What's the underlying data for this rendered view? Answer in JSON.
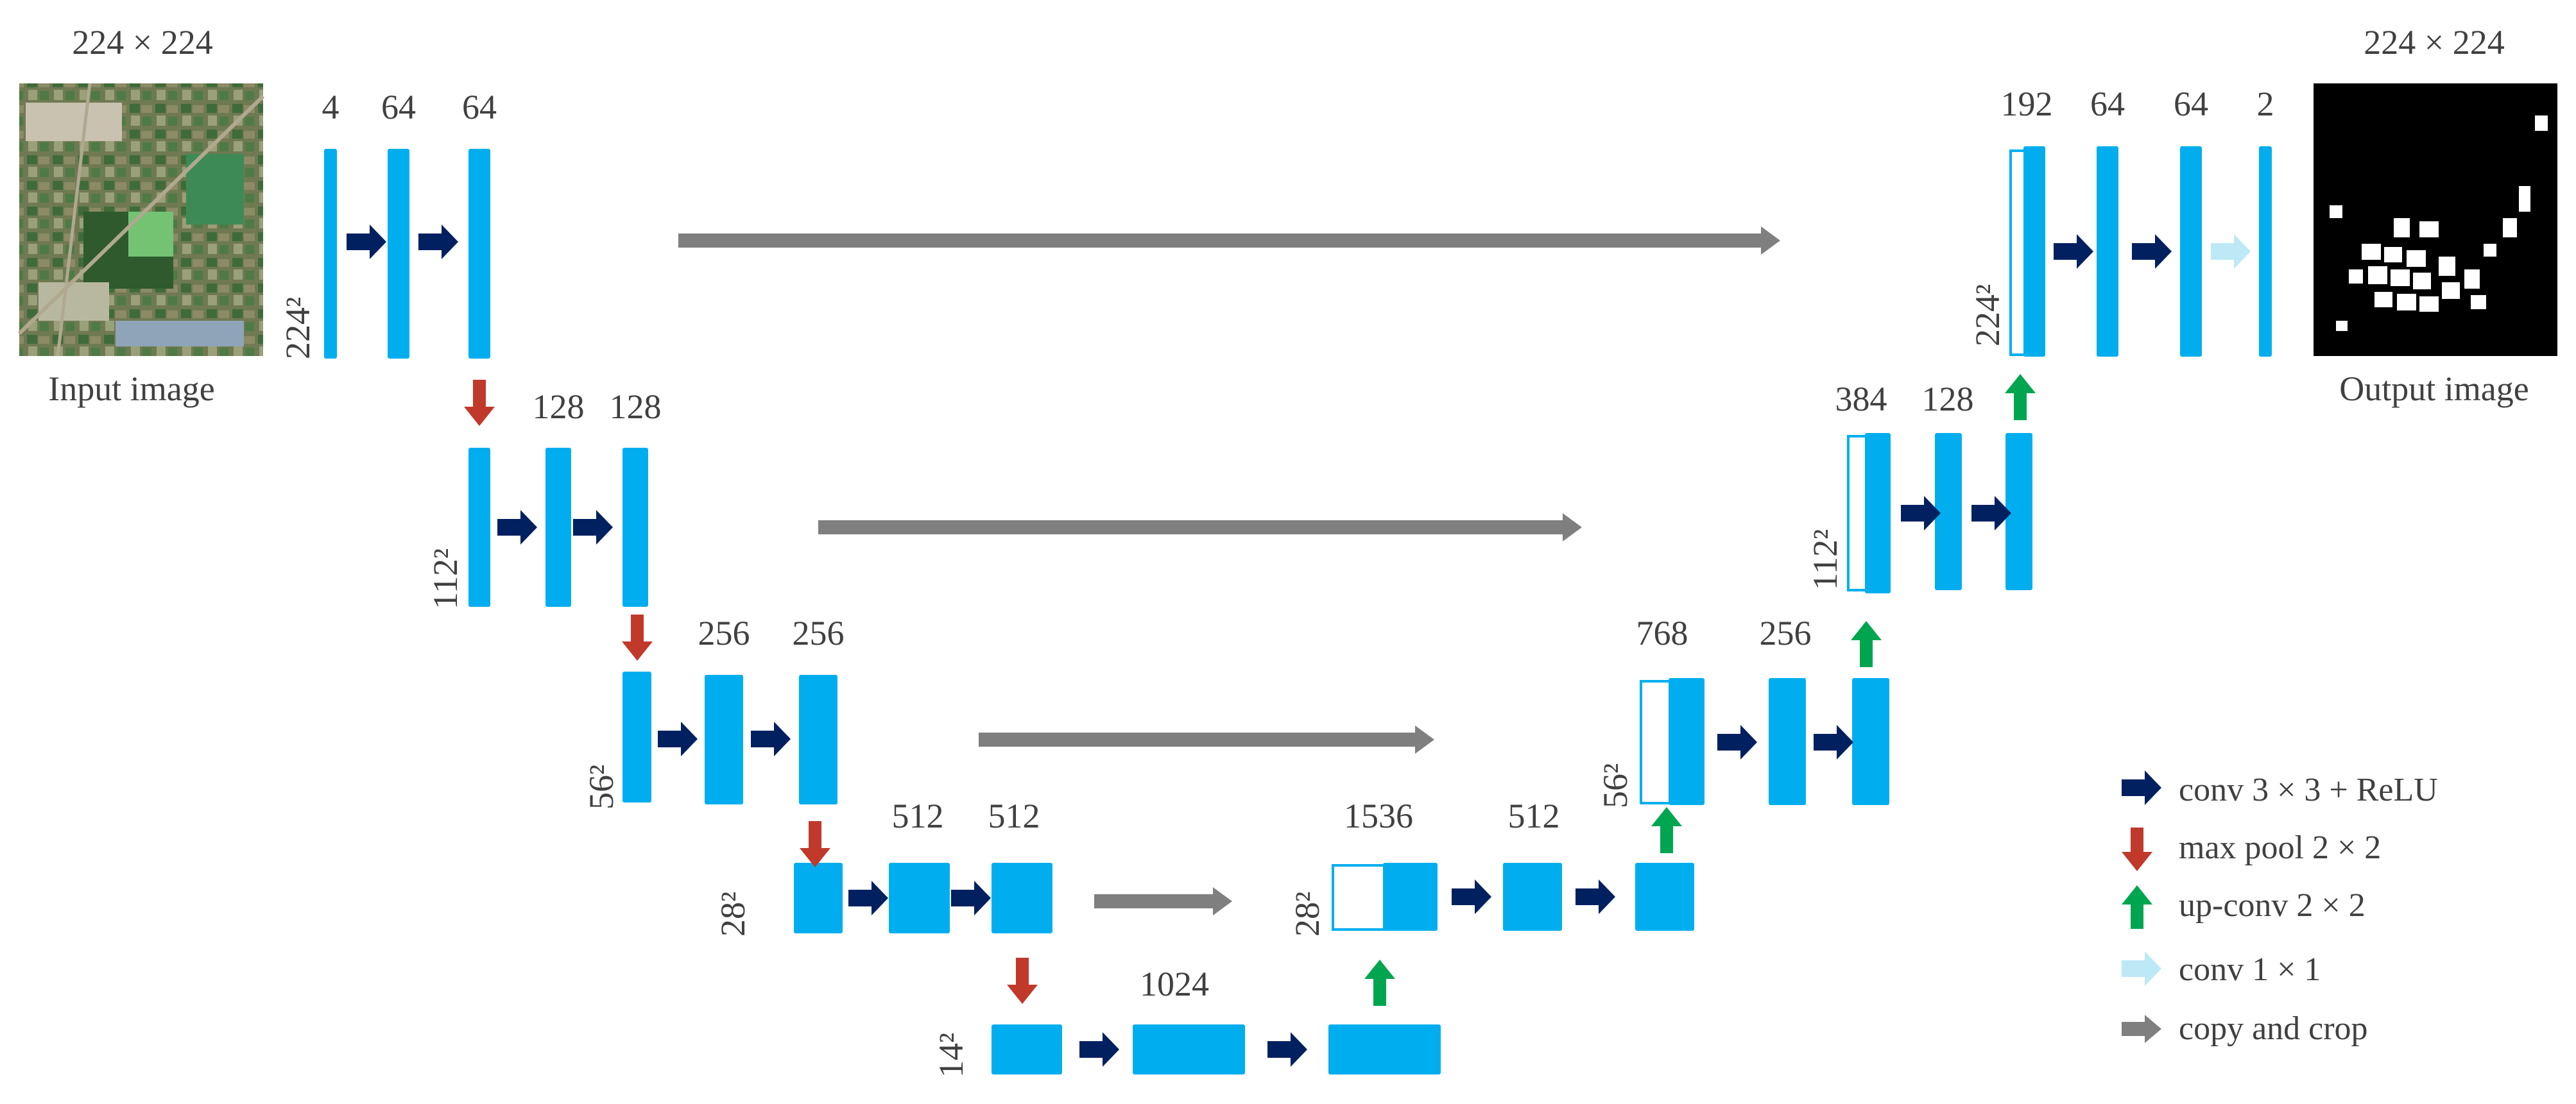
{
  "colors": {
    "feature_map": "#00AEEF",
    "conv_arrow": "#002060",
    "pool_arrow": "#C0392B",
    "upconv_arrow": "#00A550",
    "conv1x1_arrow": "#BDE9F7",
    "copy_arrow": "#7F7F7F",
    "text": "#404040"
  },
  "input": {
    "size_label": "224 × 224",
    "caption": "Input image"
  },
  "output": {
    "size_label": "224 × 224",
    "caption": "Output image"
  },
  "encoder": {
    "level1": {
      "dim": "224²",
      "channels": [
        "4",
        "64",
        "64"
      ]
    },
    "level2": {
      "dim": "112²",
      "channels": [
        "128",
        "128"
      ]
    },
    "level3": {
      "dim": "56²",
      "channels": [
        "256",
        "256"
      ]
    },
    "level4": {
      "dim": "28²",
      "channels": [
        "512",
        "512"
      ]
    },
    "bottleneck": {
      "dim": "14²",
      "channels": [
        "1024"
      ]
    }
  },
  "decoder": {
    "level4": {
      "dim": "28²",
      "channels": [
        "1536",
        "512"
      ]
    },
    "level3": {
      "dim": "56²",
      "channels": [
        "768",
        "256"
      ]
    },
    "level2": {
      "dim": "112²",
      "channels": [
        "384",
        "128"
      ]
    },
    "level1": {
      "dim": "224²",
      "channels": [
        "192",
        "64",
        "64",
        "2"
      ]
    }
  },
  "legend": [
    {
      "icon": "conv-arrow-icon",
      "label": "conv 3 × 3 + ReLU"
    },
    {
      "icon": "maxpool-arrow-icon",
      "label": "max pool 2 × 2"
    },
    {
      "icon": "upconv-arrow-icon",
      "label": "up-conv 2 × 2"
    },
    {
      "icon": "conv1x1-arrow-icon",
      "label": "conv 1 × 1"
    },
    {
      "icon": "copy-crop-arrow-icon",
      "label": "copy and crop"
    }
  ]
}
